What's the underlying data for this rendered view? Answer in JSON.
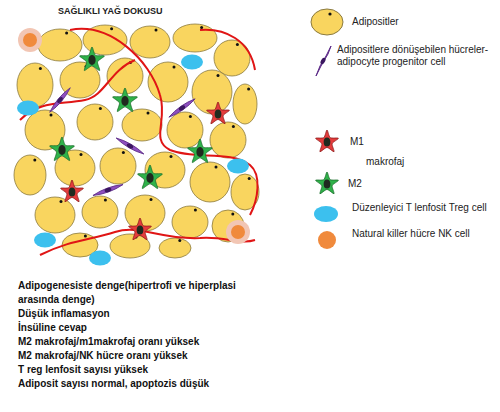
{
  "diagram": {
    "title": "SAĞLIKLI YAĞ DOKUSU",
    "labels": [
      "makrofaj",
      "Adipogenesiste denge(hipertrofi ve hiperplasi arasında denge)",
      "Düşük inflamasyon",
      "İnsüline cevap",
      "M2 makrofaj/m1makrofaj oranı yüksek",
      "M2 makrofaj/NK hücre oranı yüksek",
      "T reg lenfosit sayısı yüksek",
      "Adiposit sayısı normal, apoptozis düşük"
    ],
    "legend": [
      {
        "text": "Adipositler"
      },
      {
        "text": "Adipositlere dönüşebilen hücreler- adipocyte progenitor cell"
      },
      {
        "text": "M1"
      },
      {
        "text": "M2"
      },
      {
        "text": "Düzenleyici T lenfosit Treg cell"
      },
      {
        "text": "Natural killer hücre NK cell"
      }
    ]
  }
}
